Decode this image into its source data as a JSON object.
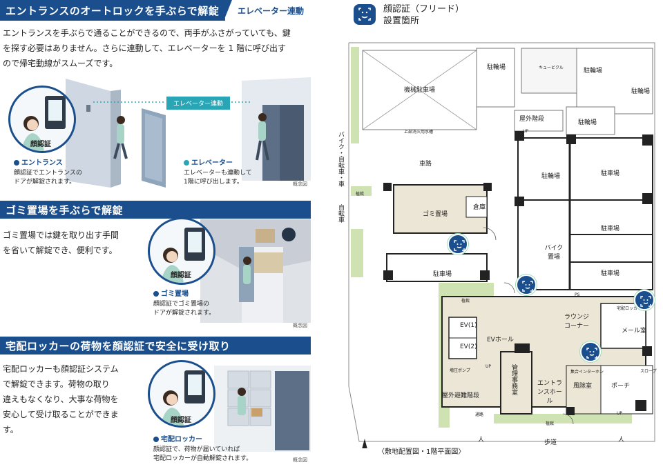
{
  "sections": [
    {
      "title": "エントランスのオートロックを手ぶらで解錠",
      "tag": "エレベーター連動",
      "body": [
        "エントランスを手ぶらで通ることができるので、両手がふさがっていても、鍵",
        "を探す必要はありません。さらに連動して、エレベーターを 1 階に呼び出す",
        "ので帰宅動線がスムーズです。"
      ],
      "circle_label": "顔認証",
      "flow_label": "エレベーター連動",
      "caption1": "エントランス",
      "desc1": [
        "顔認証でエントランスの",
        "ドアが解錠されます。"
      ],
      "caption2": "エレベーター",
      "desc2": [
        "エレベーターも連動して",
        "1階に呼び出します。"
      ],
      "concept": "概念図"
    },
    {
      "title": "ゴミ置場を手ぶらで解錠",
      "body": [
        "ゴミ置場では鍵を取り出す手間",
        "を省いて解錠でき、便利です。"
      ],
      "circle_label": "顔認証",
      "caption1": "ゴミ置場",
      "desc1": [
        "顔認証でゴミ置場の",
        "ドアが解錠されます。"
      ],
      "concept": "概念図"
    },
    {
      "title": "宅配ロッカーの荷物を顔認証で安全に受け取り",
      "body": [
        "宅配ロッカーも顔認証システム",
        "で解錠できます。荷物の取り",
        "違えもなくなり、大事な荷物を",
        "安心して受け取ることができま",
        "す。"
      ],
      "circle_label": "顔認証",
      "caption1": "宅配ロッカー",
      "desc1": [
        "顔認証で、荷物が届いていれば",
        "宅配ロッカーが自動解錠されます。"
      ],
      "concept": "概念図"
    }
  ],
  "plan": {
    "title_line1": "顔認証（フリード）",
    "title_line2": "設置箇所",
    "caption": "〈敷地配置図・1階平面図〉",
    "rooms": {
      "machine_parking": "機械駐車場",
      "bike1": "駐輪場",
      "cubicle": "キュービクル",
      "bike2": "駐輪場",
      "bike3": "駐輪場",
      "outdoor_stairs": "屋外階段",
      "bike4": "駐輪場",
      "road": "車路",
      "bike5": "駐輪場",
      "car1": "駐車場",
      "garbage": "ゴミ置場",
      "storage": "倉庫",
      "car2": "駐車場",
      "car3": "駐車場",
      "car4": "駐車場",
      "moto": "バイク置場",
      "lounge": "ラウンジコーナー",
      "mail": "メール室",
      "ev1": "EV(1)",
      "ev2": "EV(2)",
      "ev_hall": "EVホール",
      "manager": "管理事務室",
      "entrance_hall": "エントランスホール",
      "windbreak": "風除室",
      "porch": "ポーチ",
      "evac_stairs": "屋外避難階段",
      "sidewalk": "歩道",
      "bike_car_access": "バイク・自転車・車",
      "bike_access": "自転車",
      "planting": "植栽",
      "interphone": "集合インターホン",
      "slope": "スロープ",
      "locker": "宅配ロッカー",
      "fire_tank": "上部消火用水槽",
      "pump": "増圧ポンプ",
      "up": "UP",
      "ps": "PS",
      "passage": "通路",
      "person": "人"
    }
  },
  "colors": {
    "brand": "#1b4e8c",
    "teal": "#2aa5b5",
    "planting": "#cfe3b2",
    "hall": "#ece6d6"
  }
}
